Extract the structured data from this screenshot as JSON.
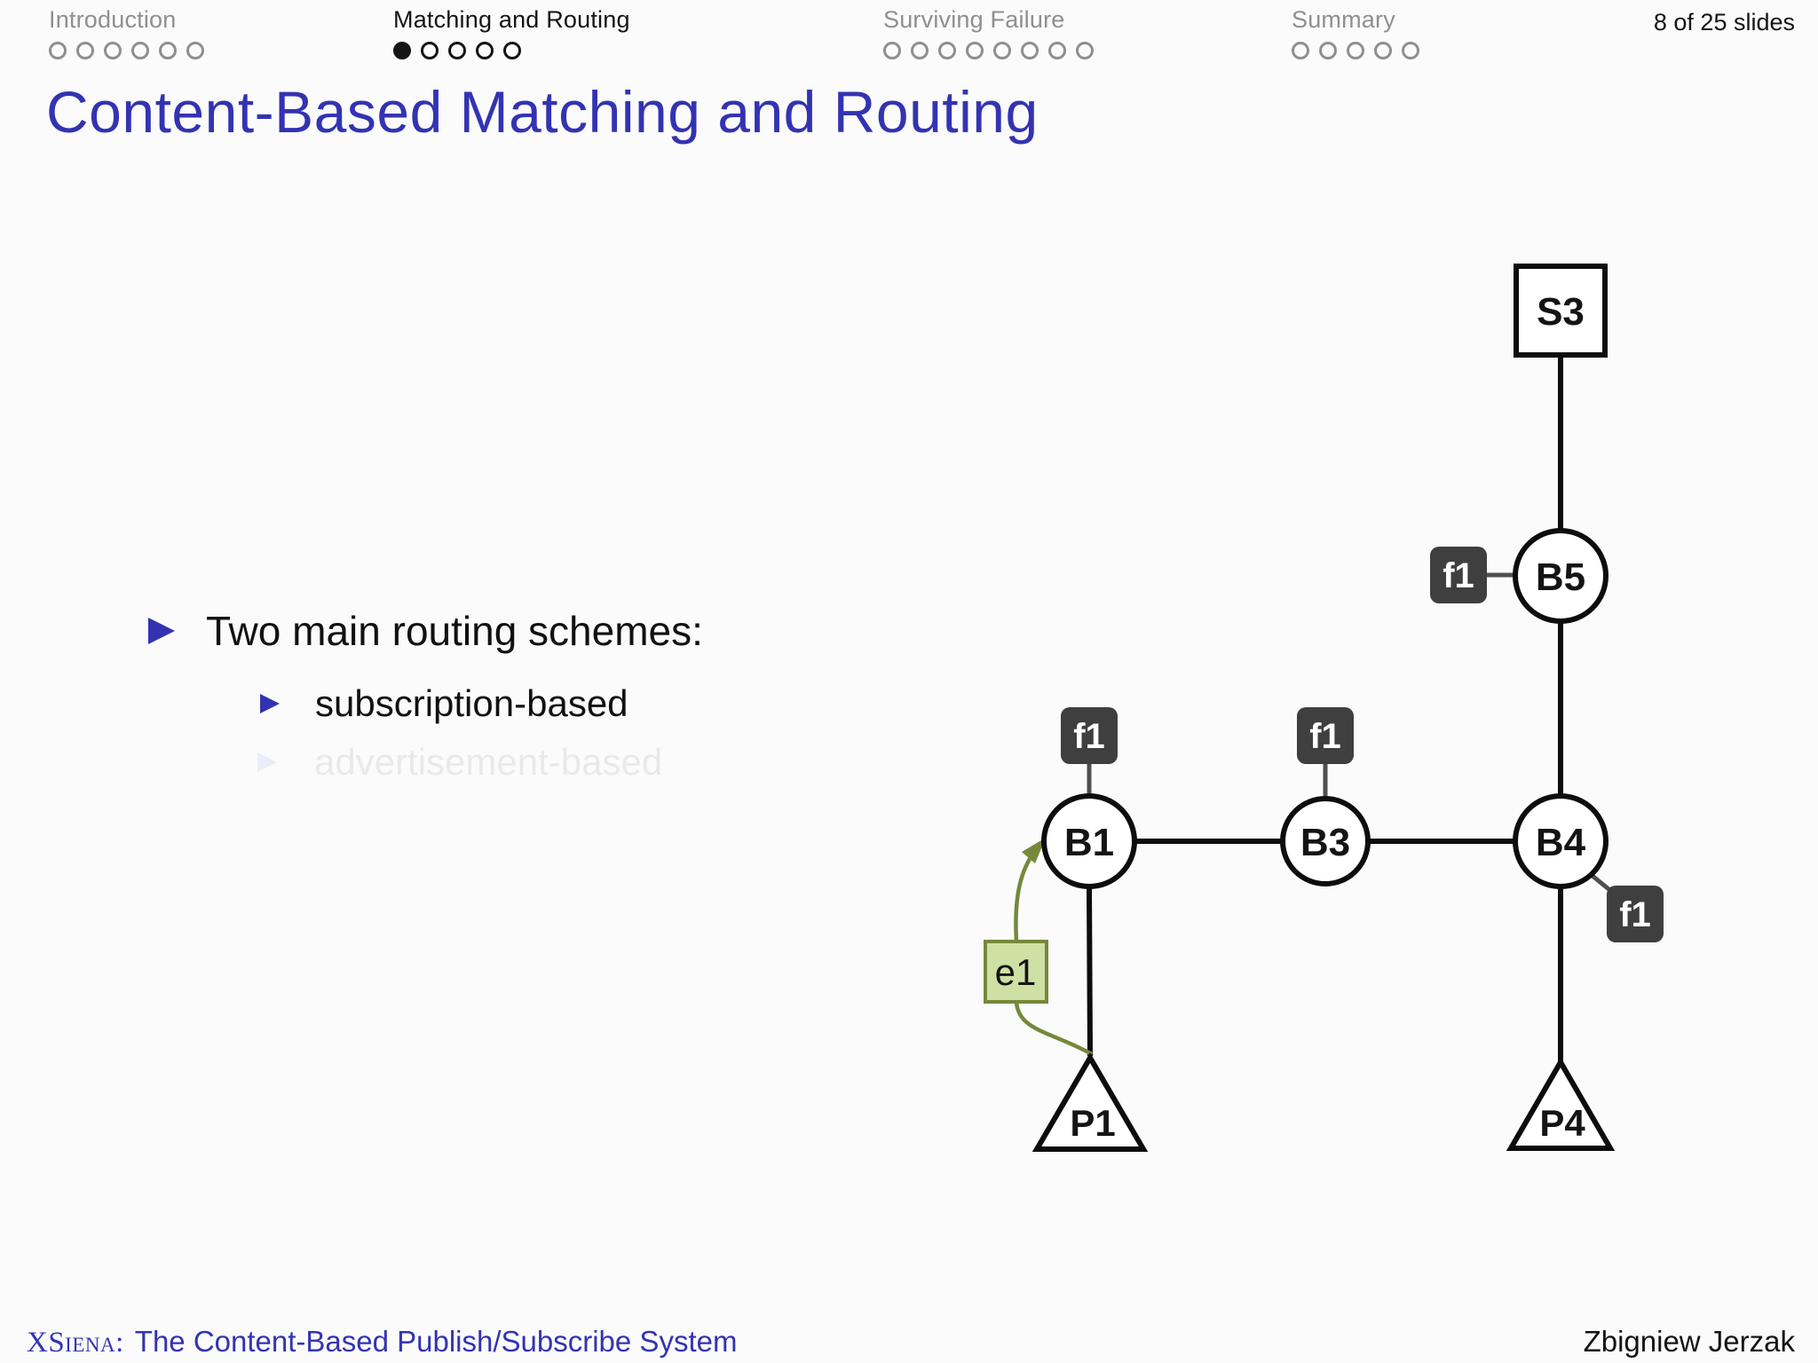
{
  "header": {
    "sections": [
      {
        "label": "Introduction",
        "dots": {
          "total": 6,
          "filled": 0
        }
      },
      {
        "label": "Matching and Routing",
        "dots": {
          "total": 5,
          "filled": 1
        }
      },
      {
        "label": "Surviving Failure",
        "dots": {
          "total": 8,
          "filled": 0
        }
      },
      {
        "label": "Summary",
        "dots": {
          "total": 5,
          "filled": 0
        }
      }
    ],
    "slide_counter": "8 of 25 slides"
  },
  "title": "Content-Based Matching and Routing",
  "bullets": {
    "main": "Two main routing schemes:",
    "sub1": "subscription-based",
    "sub2": "advertisement-based"
  },
  "diagram": {
    "nodes": {
      "s3": "S3",
      "b5": "B5",
      "b1": "B1",
      "b3": "B3",
      "b4": "B4",
      "p1": "P1",
      "p4": "P4"
    },
    "badges": {
      "f1_b1": "f1",
      "f1_b3": "f1",
      "f1_b5": "f1",
      "f1_b4": "f1",
      "e1": "e1"
    },
    "colors": {
      "filter_badge": "#3f3f3f",
      "event_fill": "#cfe0a5",
      "event_stroke": "#75883b",
      "edge": "#0d0d0d",
      "connector": "#4f4f4f"
    }
  },
  "footer": {
    "brand": "XSiena:",
    "title": "The Content-Based Publish/Subscribe System",
    "author": "Zbigniew Jerzak"
  },
  "colors": {
    "accent": "#3333b2",
    "inactive_gray": "#8f8f8f"
  }
}
